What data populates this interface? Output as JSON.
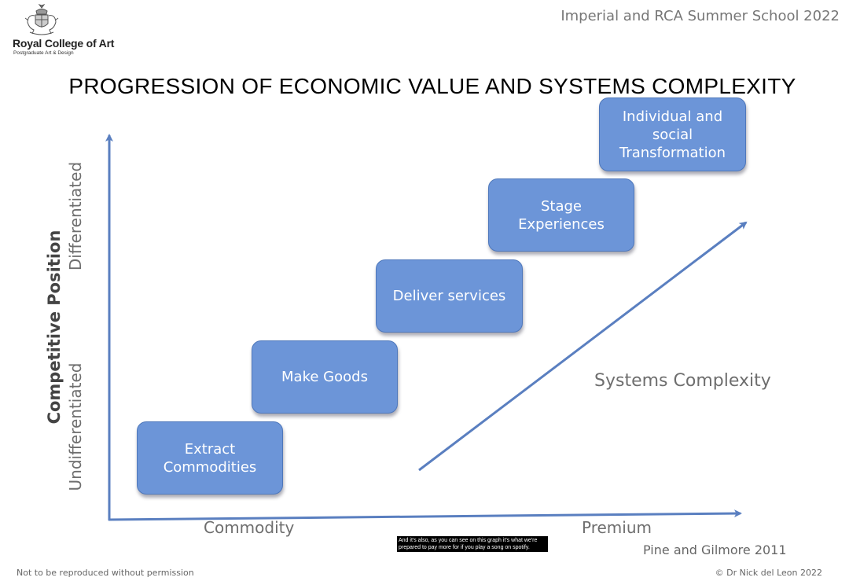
{
  "header": {
    "logo_name": "Royal College of Art",
    "logo_subtitle": "Postgraduate Art & Design",
    "event": "Imperial and RCA Summer School 2022"
  },
  "slide": {
    "title": "PROGRESSION OF ECONOMIC VALUE AND SYSTEMS COMPLEXITY",
    "steps": [
      {
        "label": "Extract Commodities"
      },
      {
        "label": "Make Goods"
      },
      {
        "label": "Deliver services"
      },
      {
        "label": "Stage Experiences"
      },
      {
        "label": "Individual and social Transformation"
      }
    ],
    "y_axis": {
      "title": "Competitive Position",
      "low": "Undifferentiated",
      "high": "Differentiated"
    },
    "x_axis": {
      "low": "Commodity",
      "high": "Premium"
    },
    "systems_label": "Systems Complexity",
    "citation": "Pine and Gilmore 2011"
  },
  "caption": {
    "text": "And it's also, as you can see on this graph it's what we're prepared to pay more for if you play a song on spotify."
  },
  "footer": {
    "left": "Not to be reproduced without permission",
    "right": "© Dr Nick del Leon 2022"
  },
  "colors": {
    "box_fill": "#6c95d8",
    "box_border": "#4f78bb",
    "axis": "#5a7fc0"
  }
}
